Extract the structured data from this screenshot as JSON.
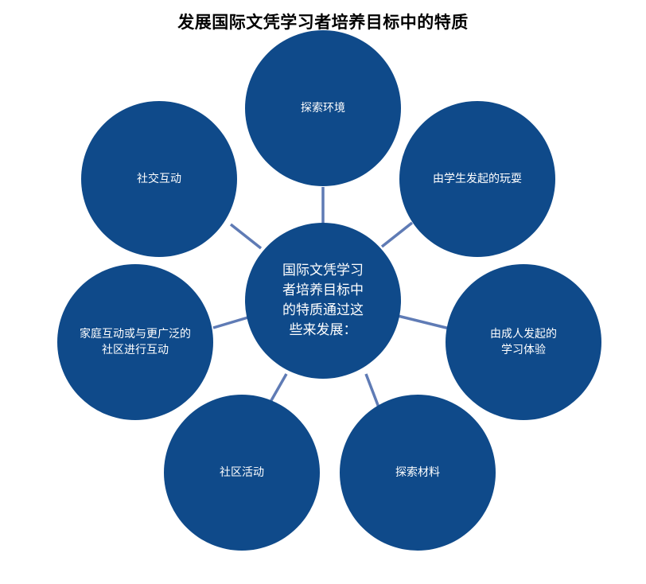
{
  "title": "发展国际文凭学习者培养目标中的特质",
  "colors": {
    "node_fill": "#0f4a8a",
    "connector": "#5f7bb5",
    "text": "#ffffff"
  },
  "center": {
    "label": "国际文凭学习者培养目标中的特质通过这些来发展："
  },
  "nodes": [
    {
      "label": "探索环境"
    },
    {
      "label": "由学生发起的玩耍"
    },
    {
      "label": "由成人发起的学习体验"
    },
    {
      "label": "探索材料"
    },
    {
      "label": "社区活动"
    },
    {
      "label": "家庭互动或与更广泛的社区进行互动"
    },
    {
      "label": "社交互动"
    }
  ]
}
